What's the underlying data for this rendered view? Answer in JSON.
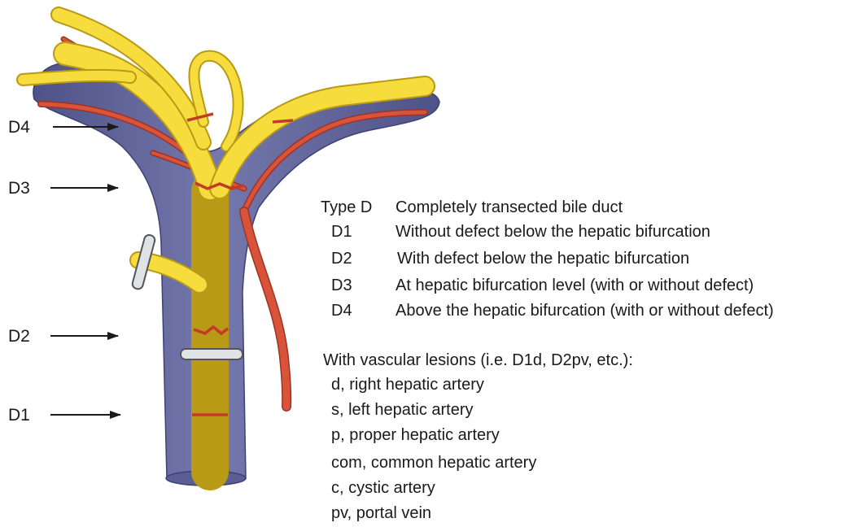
{
  "diagram_labels": {
    "d4": "D4",
    "d3": "D3",
    "d2": "D2",
    "d1": "D1"
  },
  "legend": {
    "type_label": "Type D",
    "type_description": "Completely transected bile duct",
    "items": [
      {
        "code": "D1",
        "description": "Without defect below the hepatic bifurcation"
      },
      {
        "code": "D2",
        "description": "With defect below the hepatic bifurcation"
      },
      {
        "code": "D3",
        "description": "At hepatic bifurcation level (with or without defect)"
      },
      {
        "code": "D4",
        "description": "Above the hepatic bifurcation (with or without defect)"
      }
    ],
    "vascular_heading": "With vascular lesions (i.e. D1d, D2pv, etc.):",
    "vascular_items": [
      "d, right hepatic artery",
      "s, left hepatic artery",
      "p, proper hepatic artery",
      "com, common hepatic artery",
      "c, cystic artery",
      "pv, portal vein"
    ]
  },
  "colors": {
    "portal_vein": "#6b6fa3",
    "portal_vein_dark": "#4e5287",
    "bile_duct": "#f6dc3c",
    "bile_duct_edge": "#b99a16",
    "artery": "#d8533a",
    "artery_edge": "#9b3424",
    "clip": "#dfe3e6",
    "clip_edge": "#555555",
    "text": "#1a1a1a"
  }
}
